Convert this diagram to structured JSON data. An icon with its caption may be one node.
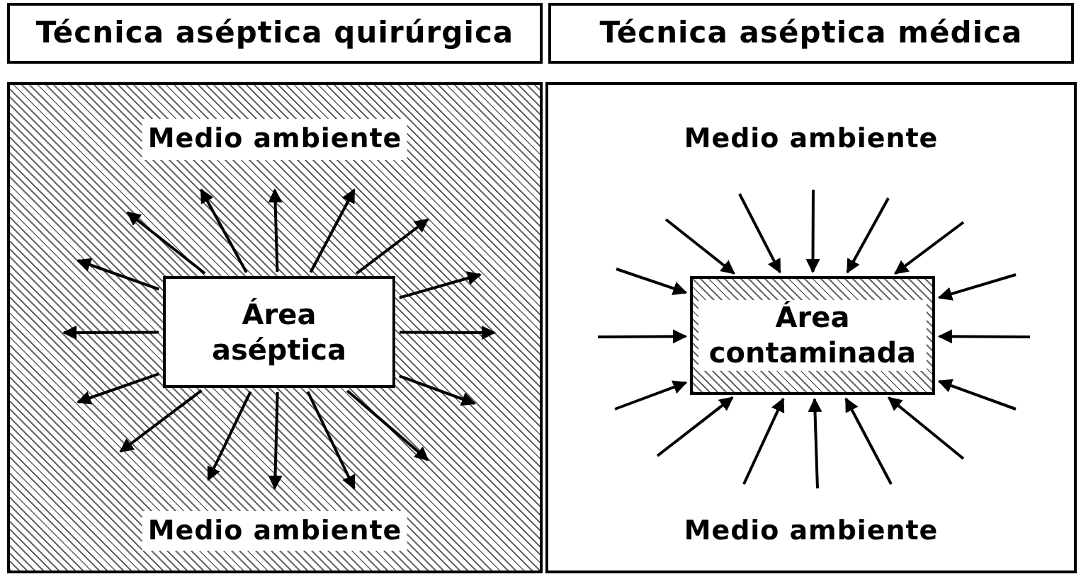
{
  "diagram": {
    "nodes": [
      {
        "text": [
          "Técnica aséptica quirúrgica"
        ]
      },
      {
        "text": [
          "Técnica aséptica médica"
        ]
      },
      {
        "text": [
          "Medio ambiente",
          "Medio ambiente"
        ]
      },
      {
        "text": [
          "Área aséptica"
        ],
        "in": 2
      },
      {
        "text": [
          "Medio ambiente",
          "Medio ambiente"
        ]
      },
      {
        "text": [
          "Área contaminada"
        ],
        "in": 4
      }
    ],
    "edges": [
      {
        "from": 3,
        "to": null,
        "arrow": "to"
      },
      {
        "from": 3,
        "to": null,
        "arrow": "to"
      },
      {
        "from": 3,
        "to": null,
        "arrow": "to"
      },
      {
        "from": 3,
        "to": null,
        "arrow": "to"
      },
      {
        "from": 3,
        "to": null,
        "arrow": "to"
      },
      {
        "from": 3,
        "to": null,
        "arrow": "to"
      },
      {
        "from": 3,
        "to": null,
        "arrow": "to"
      },
      {
        "from": 3,
        "to": null,
        "arrow": "to"
      },
      {
        "from": 3,
        "to": null,
        "arrow": "to"
      },
      {
        "from": 3,
        "to": null,
        "arrow": "to"
      },
      {
        "from": 3,
        "to": null,
        "arrow": "to"
      },
      {
        "from": 3,
        "to": null,
        "arrow": "to"
      },
      {
        "from": 3,
        "to": null,
        "arrow": "to"
      },
      {
        "from": 3,
        "to": null,
        "arrow": "to"
      },
      {
        "from": 3,
        "to": null,
        "arrow": "to"
      },
      {
        "from": 3,
        "to": null,
        "arrow": "to"
      },
      {
        "from": null,
        "to": 5,
        "arrow": "to"
      },
      {
        "from": null,
        "to": 5,
        "arrow": "to"
      },
      {
        "from": null,
        "to": 5,
        "arrow": "to"
      },
      {
        "from": null,
        "to": 5,
        "arrow": "to"
      },
      {
        "from": null,
        "to": 5,
        "arrow": "to"
      },
      {
        "from": null,
        "to": 5,
        "arrow": "to"
      },
      {
        "from": null,
        "to": 5,
        "arrow": "to"
      },
      {
        "from": null,
        "to": 5,
        "arrow": "to"
      },
      {
        "from": null,
        "to": 5,
        "arrow": "to"
      },
      {
        "from": null,
        "to": 5,
        "arrow": "to"
      },
      {
        "from": null,
        "to": 5,
        "arrow": "to"
      },
      {
        "from": null,
        "to": 5,
        "arrow": "to"
      },
      {
        "from": null,
        "to": 5,
        "arrow": "to"
      },
      {
        "from": null,
        "to": 5,
        "arrow": "to"
      },
      {
        "from": null,
        "to": 5,
        "arrow": "to"
      },
      {
        "from": null,
        "to": 5,
        "arrow": "to"
      }
    ]
  }
}
